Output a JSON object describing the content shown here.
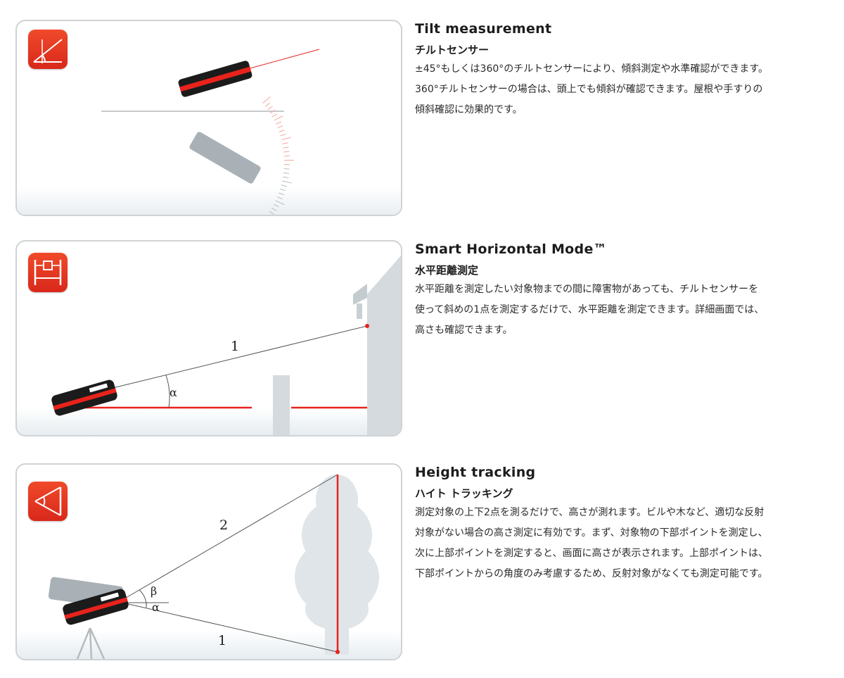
{
  "sections": [
    {
      "title": "Tilt measurement",
      "subtitle": "チルトセンサー",
      "lines": [
        "±45°もしくは360°のチルトセンサーにより、傾斜測定や水準確認ができます。",
        "360°チルトセンサーの場合は、頭上でも傾斜が確認できます。屋根や手すりの",
        "傾斜確認に効果的です。"
      ],
      "icon": "tilt-icon"
    },
    {
      "title": "Smart Horizontal Mode™",
      "subtitle": "水平距離測定",
      "lines": [
        "水平距離を測定したい対象物までの間に障害物があっても、チルトセンサーを",
        "使って斜めの1点を測定するだけで、水平距離を測定できます。詳細画面では、",
        "高さも確認できます。"
      ],
      "icon": "horizontal-mode-icon",
      "labels": {
        "line1": "1",
        "alpha": "α"
      }
    },
    {
      "title": "Height tracking",
      "subtitle": "ハイト トラッキング",
      "lines": [
        "測定対象の上下2点を測るだけで、高さが測れます。ビルや木など、適切な反射",
        "対象がない場合の高さ測定に有効です。まず、対象物の下部ポイントを測定し、",
        "次に上部ポイントを測定すると、画面に高さが表示されます。上部ポイントは、",
        "下部ポイントからの角度のみ考慮するため、反射対象がなくても測定可能です。"
      ],
      "icon": "height-tracking-icon",
      "labels": {
        "line1": "1",
        "line2": "2",
        "alpha": "α",
        "beta": "β"
      }
    }
  ],
  "colors": {
    "accent": "#e8231c",
    "panel_border": "#cfd3d6",
    "gray_device": "#a9b1b6",
    "building": "#d4dadd"
  }
}
